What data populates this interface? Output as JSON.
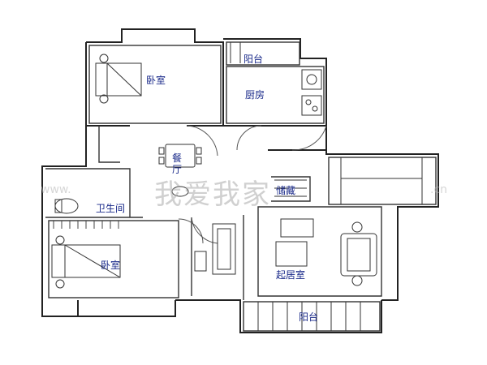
{
  "rooms": {
    "bedroom_top": "卧室",
    "balcony_top": "阳台",
    "kitchen": "厨房",
    "dining": "餐厅",
    "storage": "储藏",
    "bathroom": "卫生间",
    "bedroom_bottom": "卧室",
    "living": "起居室",
    "balcony_bottom": "阳台"
  },
  "watermark": {
    "brand": "我爱我家",
    "site_left": "www.",
    "site_right": ".cn"
  },
  "colors": {
    "wall": "#222222",
    "label": "#1a2a8a",
    "fixture": "#333333"
  }
}
